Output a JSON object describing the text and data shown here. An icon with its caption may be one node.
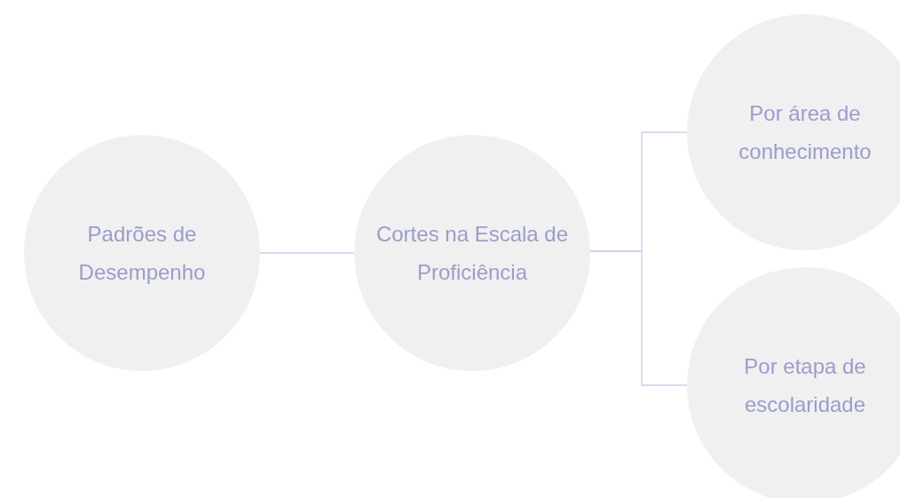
{
  "diagram": {
    "nodes": [
      {
        "text": [
          "Padrões de Desempenho"
        ]
      },
      {
        "text": [
          "Cortes na Escala de Proficiência"
        ]
      },
      {
        "text": [
          "Por área de conhecimento"
        ]
      },
      {
        "text": [
          "Por etapa de escolaridade"
        ]
      }
    ],
    "edges": [
      {
        "from": 0,
        "to": 1,
        "arrow": "none"
      },
      {
        "from": 1,
        "to": 2,
        "arrow": "none"
      },
      {
        "from": 1,
        "to": 3,
        "arrow": "none"
      }
    ]
  }
}
